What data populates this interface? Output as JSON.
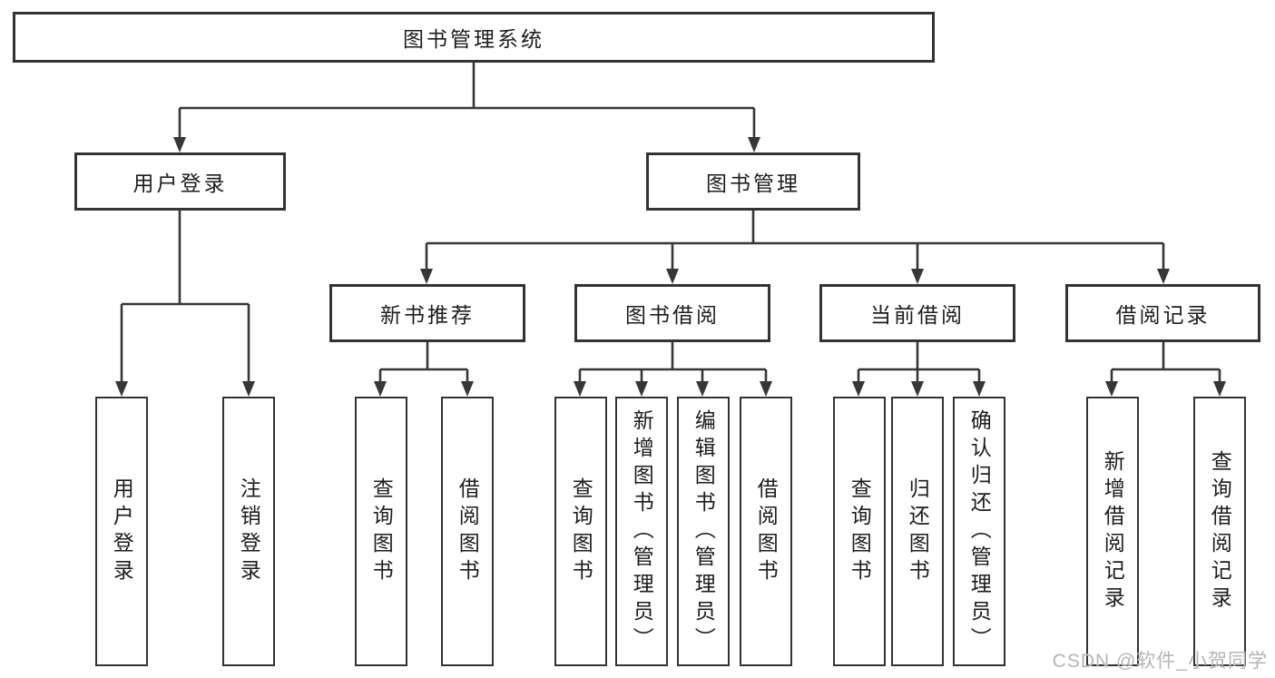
{
  "diagram": {
    "title": "图书管理系统",
    "level2": [
      {
        "label": "用户登录"
      },
      {
        "label": "图书管理"
      }
    ],
    "level3": [
      {
        "label": "新书推荐"
      },
      {
        "label": "图书借阅"
      },
      {
        "label": "当前借阅"
      },
      {
        "label": "借阅记录"
      }
    ],
    "level4": {
      "userLogin": [
        {
          "label": "用户登录"
        },
        {
          "label": "注销登录"
        }
      ],
      "newBooks": [
        {
          "label": "查询图书"
        },
        {
          "label": "借阅图书"
        }
      ],
      "bookBorrow": [
        {
          "label": "查询图书"
        },
        {
          "label": "新增图书（管理员）"
        },
        {
          "label": "编辑图书（管理员）"
        },
        {
          "label": "借阅图书"
        }
      ],
      "currentBorrow": [
        {
          "label": "查询图书"
        },
        {
          "label": "归还图书"
        },
        {
          "label": "确认归还（管理员）"
        }
      ],
      "borrowRecords": [
        {
          "label": "新增借阅记录"
        },
        {
          "label": "查询借阅记录"
        }
      ]
    },
    "watermark": "CSDN @软件_小贺同学",
    "colors": {
      "line": "#373737",
      "box_border": "#333333",
      "box_fill": "#ffffff",
      "text": "#1d1d1d",
      "watermark": "#b5b5b5",
      "background": "#ffffff"
    }
  }
}
